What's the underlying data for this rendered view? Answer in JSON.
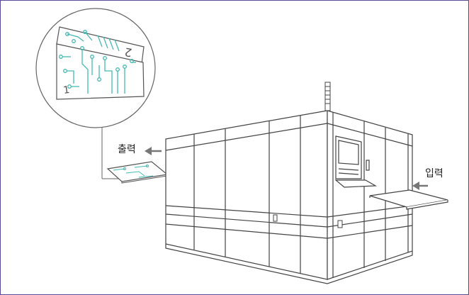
{
  "labels": {
    "output": "출력",
    "input": "입력"
  },
  "zoom": {
    "page_front": "1",
    "page_back": "2"
  },
  "colors": {
    "frame": "#5a4a9a",
    "line": "#444444",
    "circuit": "#45b9b4",
    "arrow": "#777777"
  }
}
